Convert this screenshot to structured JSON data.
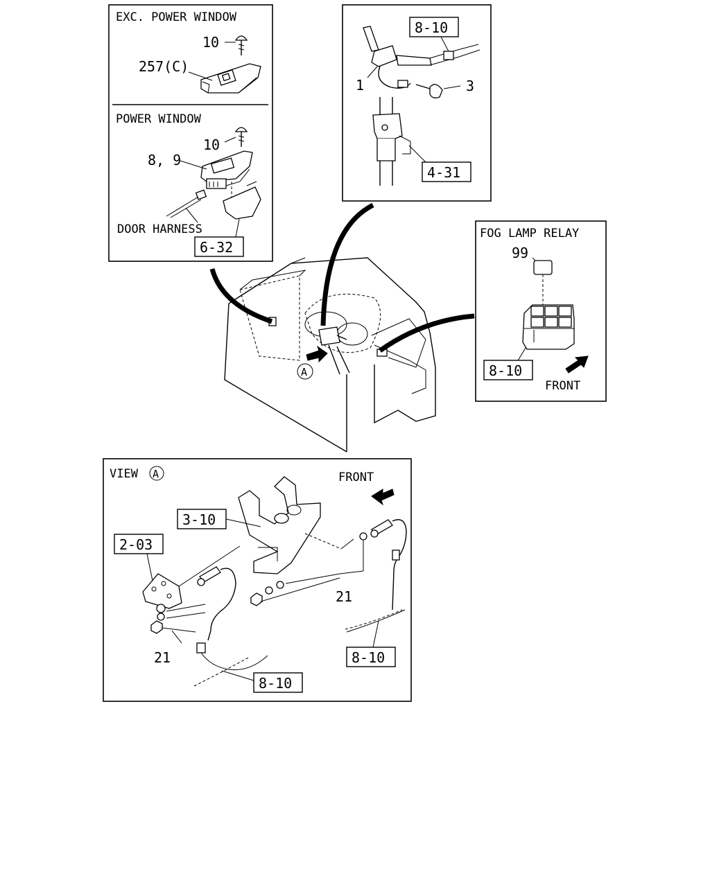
{
  "panels": {
    "window_switch": {
      "exc_title": "EXC. POWER WINDOW",
      "exc_screw_no": "10",
      "exc_switch_no": "257(C)",
      "pw_title": "POWER WINDOW",
      "pw_screw_no": "10",
      "pw_switch_no": "8, 9",
      "door_harness": "DOOR HARNESS",
      "ref": "6-32"
    },
    "combination_switch": {
      "ref_harness": "8-10",
      "switch_no": "1",
      "screw_no": "3",
      "ref_column": "4-31"
    },
    "fog_lamp_relay": {
      "title": "FOG LAMP RELAY",
      "relay_no": "99",
      "ref": "8-10",
      "front": "FRONT"
    },
    "view_a": {
      "title": "VIEW",
      "circle_letter": "A",
      "front": "FRONT",
      "ref_bracket": "3-10",
      "ref_pedal": "2-03",
      "part_21_right": "21",
      "part_21_left": "21",
      "ref_harness_right": "8-10",
      "ref_harness_bottom": "8-10"
    }
  },
  "main_view": {
    "view_marker": "A"
  }
}
